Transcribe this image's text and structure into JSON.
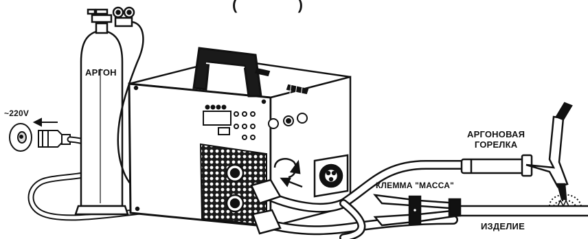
{
  "header_fragment": "(",
  "header_fragment_right": ")",
  "labels": {
    "argon": "АРГОН",
    "voltage": "~220V",
    "torch_line1": "АРГОНОВАЯ",
    "torch_line2": "ГОРЕЛКА",
    "clamp": "КЛЕММА \"МАССА\"",
    "workpiece": "ИЗДЕЛИЕ"
  },
  "colors": {
    "stroke": "#111111",
    "fill": "#ffffff",
    "dark": "#1a1a1a"
  },
  "icons": [
    "power-plug-icon",
    "gas-cylinder-icon",
    "welding-machine-icon",
    "tig-torch-icon",
    "ground-clamp-icon",
    "rotate-arrow-icon"
  ]
}
